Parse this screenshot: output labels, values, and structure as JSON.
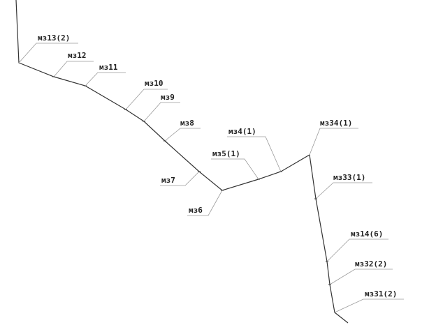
{
  "labels": {
    "mz13": "мз13(2)",
    "mz12": "мз12",
    "mz11": "мз11",
    "mz10": "мз10",
    "mz9": "мз9",
    "mz8": "мз8",
    "mz7": "мз7",
    "mz6": "мз6",
    "mz5": "мз5(1)",
    "mz4": "мз4(1)",
    "mz34": "мз34(1)",
    "mz33": "мз33(1)",
    "mz14": "мз14(6)",
    "mz32": "мз32(2)",
    "mz31": "мз31(2)"
  },
  "colors": {
    "route": "#333333",
    "leader": "#9a9a9a",
    "text": "#222222"
  }
}
